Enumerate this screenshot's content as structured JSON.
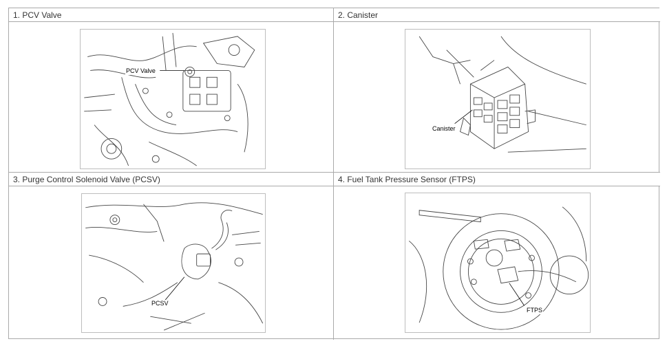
{
  "cells": [
    {
      "header": "1. PCV Valve",
      "callout": "PCV Valve"
    },
    {
      "header": "2. Canister",
      "callout": "Canister"
    },
    {
      "header": "3. Purge Control Solenoid Valve (PCSV)",
      "callout": "PCSV"
    },
    {
      "header": "4. Fuel Tank Pressure Sensor (FTPS)",
      "callout": "FTPS"
    }
  ]
}
